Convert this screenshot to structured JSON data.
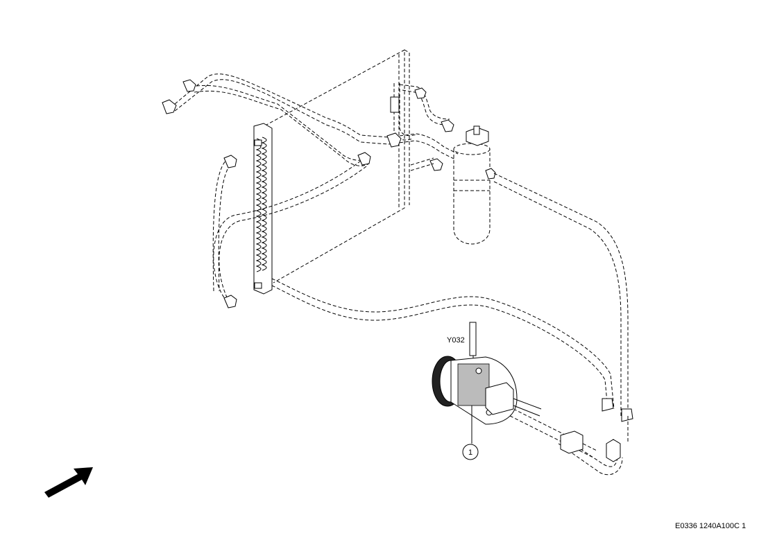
{
  "labels": {
    "component_code": "Y032",
    "callout_number": "1",
    "reference_code": "E0336 1240A100C 1"
  },
  "colors": {
    "line": "#000000",
    "background": "#ffffff"
  },
  "icons": {
    "direction": "arrow-icon"
  }
}
